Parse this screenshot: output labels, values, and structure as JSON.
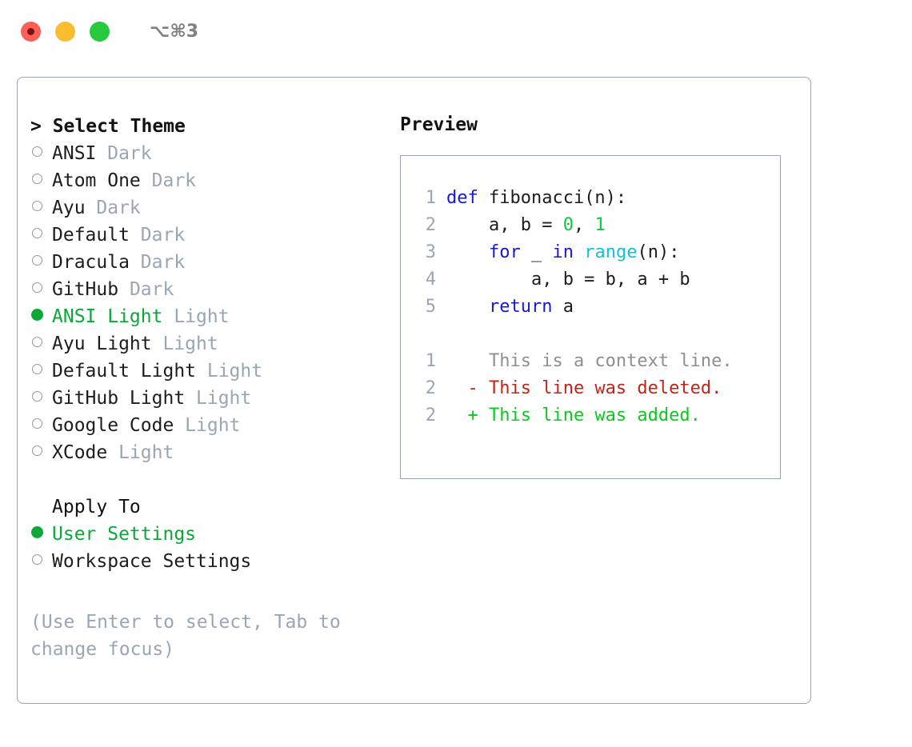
{
  "titlebar": {
    "shortcut": "⌥⌘3",
    "buttons": [
      {
        "name": "close",
        "color": "#fb5f57"
      },
      {
        "name": "minimize",
        "color": "#fbbd2e"
      },
      {
        "name": "maximize",
        "color": "#28c83f"
      }
    ]
  },
  "theme_section": {
    "heading": "> Select Theme",
    "marker_selected": "●",
    "marker_unselected": "○",
    "items": [
      {
        "name": "ANSI",
        "suffix": "Dark",
        "selected": false
      },
      {
        "name": "Atom One",
        "suffix": "Dark",
        "selected": false
      },
      {
        "name": "Ayu",
        "suffix": "Dark",
        "selected": false
      },
      {
        "name": "Default",
        "suffix": "Dark",
        "selected": false
      },
      {
        "name": "Dracula",
        "suffix": "Dark",
        "selected": false
      },
      {
        "name": "GitHub",
        "suffix": "Dark",
        "selected": false
      },
      {
        "name": "ANSI Light",
        "suffix": "Light",
        "selected": true
      },
      {
        "name": "Ayu Light",
        "suffix": "Light",
        "selected": false
      },
      {
        "name": "Default Light",
        "suffix": "Light",
        "selected": false
      },
      {
        "name": "GitHub Light",
        "suffix": "Light",
        "selected": false
      },
      {
        "name": "Google Code",
        "suffix": "Light",
        "selected": false
      },
      {
        "name": "XCode",
        "suffix": "Light",
        "selected": false
      }
    ]
  },
  "apply_section": {
    "heading": "Apply To",
    "items": [
      {
        "name": "User Settings",
        "selected": true
      },
      {
        "name": "Workspace Settings",
        "selected": false
      }
    ]
  },
  "hint": "(Use Enter to select, Tab to change focus)",
  "preview": {
    "title": "Preview",
    "code_lines": [
      {
        "no": "1",
        "tokens": [
          {
            "t": "def ",
            "c": "kw"
          },
          {
            "t": "fibonacci(n):",
            "c": "plain"
          }
        ]
      },
      {
        "no": "2",
        "tokens": [
          {
            "t": "    a, b = ",
            "c": "plain"
          },
          {
            "t": "0",
            "c": "num"
          },
          {
            "t": ", ",
            "c": "plain"
          },
          {
            "t": "1",
            "c": "num"
          }
        ]
      },
      {
        "no": "3",
        "tokens": [
          {
            "t": "    ",
            "c": "plain"
          },
          {
            "t": "for",
            "c": "kw"
          },
          {
            "t": " _ ",
            "c": "plain"
          },
          {
            "t": "in",
            "c": "kw"
          },
          {
            "t": " ",
            "c": "plain"
          },
          {
            "t": "range",
            "c": "fn"
          },
          {
            "t": "(n):",
            "c": "plain"
          }
        ]
      },
      {
        "no": "4",
        "tokens": [
          {
            "t": "        a, b = b, a + b",
            "c": "plain"
          }
        ]
      },
      {
        "no": "5",
        "tokens": [
          {
            "t": "    ",
            "c": "plain"
          },
          {
            "t": "return",
            "c": "kw"
          },
          {
            "t": " a",
            "c": "plain"
          }
        ]
      }
    ],
    "diff_lines": [
      {
        "no": "1",
        "sign": " ",
        "text": "This is a context line.",
        "kind": "ctx"
      },
      {
        "no": "2",
        "sign": "-",
        "text": "This line was deleted.",
        "kind": "del"
      },
      {
        "no": "2",
        "sign": "+",
        "text": "This line was added.",
        "kind": "add"
      }
    ]
  },
  "colors": {
    "accent_green": "#0ba838",
    "muted": "#9aa5b5",
    "border": "#97a3b6",
    "keyword": "#1717d8",
    "function": "#0fc4d4",
    "number": "#0ac93c",
    "diff_added": "#0ac920",
    "diff_deleted": "#c22418",
    "diff_context": "#8f8f8f"
  }
}
